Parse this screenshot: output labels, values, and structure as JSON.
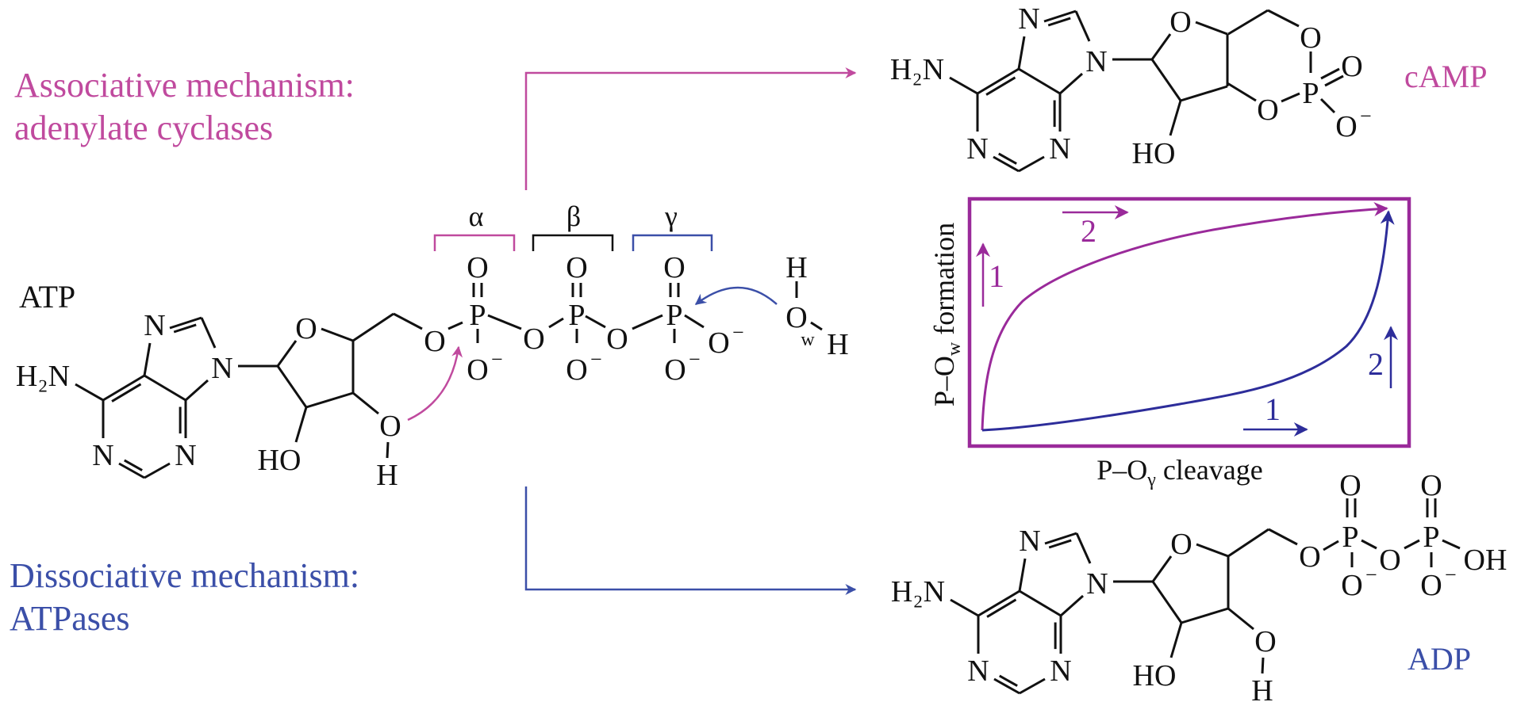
{
  "colors": {
    "associative": "#c04a9e",
    "dissociative": "#3b4fa8",
    "plot_frame": "#9a2a9a",
    "associative_curve": "#9a2a9a",
    "dissociative_curve": "#2d2d9a",
    "bond": "#111111"
  },
  "labels": {
    "associative": [
      "Associative mechanism:",
      "adenylate cyclases"
    ],
    "dissociative": [
      "Dissociative mechanism:",
      "ATPases"
    ],
    "atp": "ATP",
    "camp": "cAMP",
    "adp": "ADP"
  },
  "phosphate_labels": {
    "alpha": "α",
    "beta": "β",
    "gamma": "γ"
  },
  "molecules": {
    "atp": {
      "atoms": {
        "amine": "H₂N",
        "n1": "N",
        "n3": "N",
        "n7": "N",
        "n9": "N",
        "o4": "O",
        "ho2": "HO",
        "o3": "O",
        "h3": "H",
        "o5": "O",
        "p_alpha": "P",
        "o_alpha_top": "O",
        "o_alpha_bottom": "O−",
        "o_bridge1": "O",
        "p_beta": "P",
        "o_beta_top": "O",
        "o_beta_bottom": "O−",
        "o_bridge2": "O",
        "p_gamma": "P",
        "o_gamma_top": "O",
        "o_gamma_bottom": "O−",
        "o_gamma_right": "O−"
      }
    },
    "water": {
      "atoms": {
        "h_top": "H",
        "o": "O",
        "o_sub": "w",
        "h_right": "H"
      }
    },
    "camp": {
      "atoms": {
        "amine": "H₂N",
        "n1": "N",
        "n3": "N",
        "n7": "N",
        "n9": "N",
        "o4": "O",
        "ho2": "HO",
        "o5": "O",
        "p": "P",
        "o3": "O",
        "o_double": "O",
        "o_minus": "O−"
      }
    },
    "adp": {
      "atoms": {
        "amine": "H₂N",
        "n1": "N",
        "n3": "N",
        "n7": "N",
        "n9": "N",
        "o4": "O",
        "ho2": "HO",
        "o3": "O",
        "h3": "H",
        "o5": "O",
        "p_alpha": "P",
        "o_alpha_top": "O",
        "o_alpha_bottom": "O−",
        "o_bridge": "O",
        "p_beta": "P",
        "o_beta_top": "O",
        "o_beta_bottom": "O−",
        "oh": "OH"
      }
    }
  },
  "plot": {
    "y_label": {
      "main": "P–O",
      "sub": "w",
      "rest": " formation"
    },
    "x_label": {
      "main": "P–O",
      "sub": "γ",
      "rest": " cleavage"
    },
    "associative_steps": [
      "1",
      "2"
    ],
    "dissociative_steps": [
      "1",
      "2"
    ]
  }
}
